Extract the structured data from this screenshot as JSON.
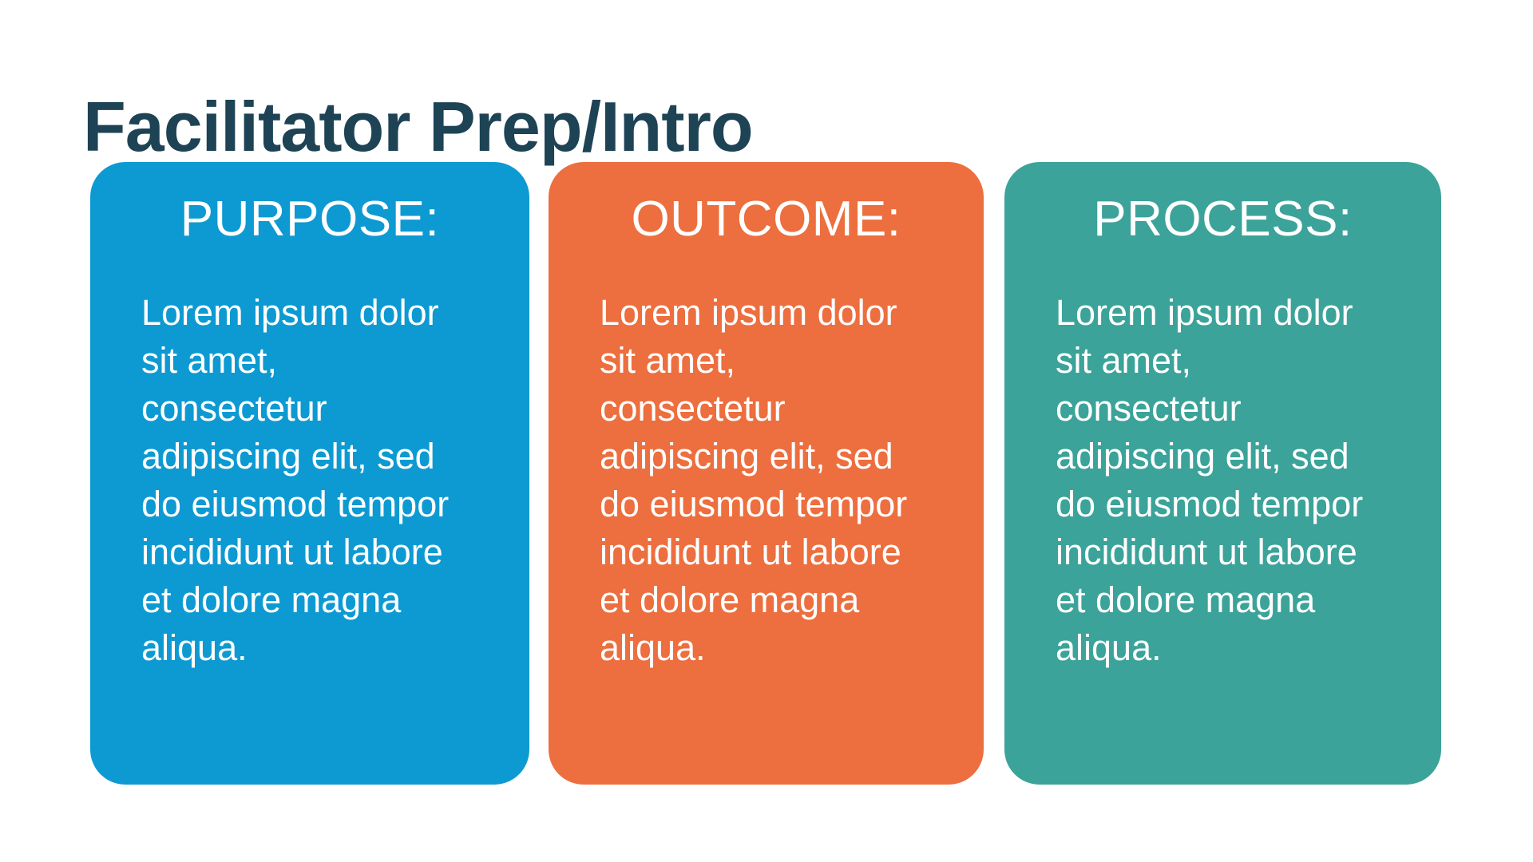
{
  "slide": {
    "title": "Facilitator Prep/Intro"
  },
  "colors": {
    "background": "#ffffff",
    "title_text": "#1d4355",
    "card_text": "#ffffff",
    "purpose_blue": "#0d9ad2",
    "outcome_orange": "#ed6e3e",
    "process_teal": "#3ba399"
  },
  "cards": [
    {
      "heading": "PURPOSE:",
      "body": "Lorem ipsum dolor\nsit amet,\nconsectetur\nadipiscing elit, sed\ndo eiusmod tempor\nincididunt ut labore\net dolore magna\naliqua.",
      "color": "#0d9ad2"
    },
    {
      "heading": "OUTCOME:",
      "body": "Lorem ipsum dolor\nsit amet,\nconsectetur\nadipiscing elit, sed\ndo eiusmod tempor\nincididunt ut labore\net dolore magna\naliqua.",
      "color": "#ed6e3e"
    },
    {
      "heading": "PROCESS:",
      "body": "Lorem ipsum dolor\nsit amet,\nconsectetur\nadipiscing elit, sed\ndo eiusmod tempor\nincididunt ut labore\net dolore magna\naliqua.",
      "color": "#3ba399"
    }
  ]
}
